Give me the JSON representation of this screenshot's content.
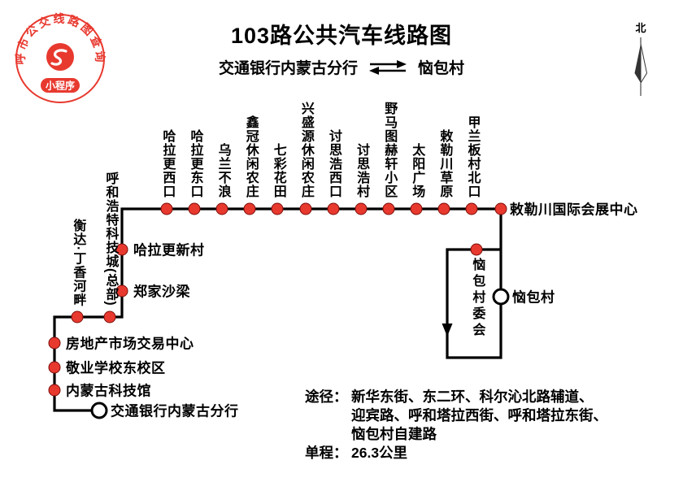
{
  "title": "103路公共汽车线路图",
  "header_route": {
    "from": "交通银行内蒙古分行",
    "to": "恼包村"
  },
  "logo": {
    "ring_text": "呼市公交线路图查询",
    "badge": "小程序"
  },
  "compass_label": "北",
  "stations": {
    "top": [
      "哈拉更西口",
      "哈拉更东口",
      "乌兰不浪",
      "鑫冠休闲农庄",
      "七彩花田",
      "兴盛源休闲农庄",
      "讨思浩西口",
      "讨思浩村",
      "野马图赫轩小区",
      "太阳广场",
      "敕勒川草原",
      "甲兰板村北口"
    ],
    "right_corner": "敕勒川国际会展中心",
    "loop_stop": "恼包村委会",
    "loop_terminus": "恼包村",
    "left_side": [
      "哈拉更新村",
      "郑家沙梁"
    ],
    "mid_vertical": [
      "呼和浩特科技城(总部)",
      "衡达·丁香河畔"
    ],
    "bottom_left": [
      "房地产市场交易中心",
      "敬业学校东校区",
      "内蒙古科技馆"
    ],
    "start_terminus": "交通银行内蒙古分行"
  },
  "info": {
    "via_label": "途径：",
    "via_lines": [
      "新华东街、东二环、科尔沁北路辅道、",
      "迎宾路、呼和塔拉西街、呼和塔拉东街、",
      "恼包村自建路"
    ],
    "distance_label": "单程：",
    "distance_value": "26.3公里"
  },
  "colors": {
    "stop_fill": "#e8392f",
    "line": "#000000",
    "brand_red": "#e8392f"
  }
}
